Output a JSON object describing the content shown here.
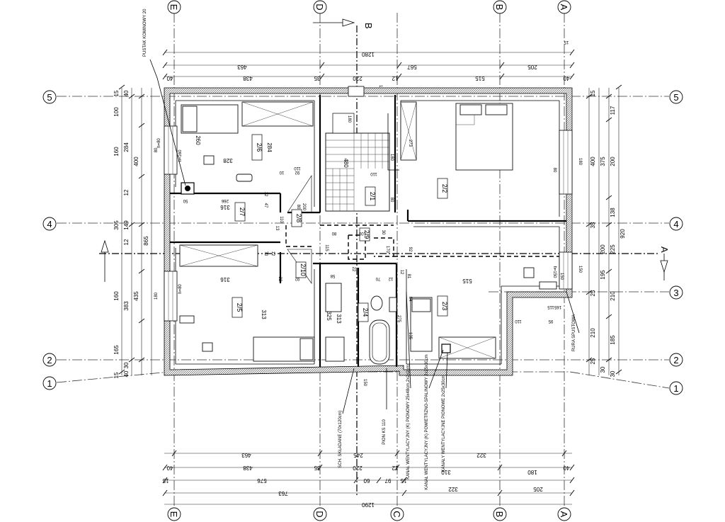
{
  "axes": {
    "columns": [
      "E",
      "D",
      "C",
      "B",
      "A"
    ],
    "rows": [
      "5",
      "4",
      "3",
      "2",
      "1"
    ],
    "section_marks": [
      "B",
      "A"
    ]
  },
  "dims_top": {
    "overall": "1280",
    "row2": [
      "463",
      "567",
      "205",
      "515"
    ],
    "row3": [
      "40",
      "438",
      "35",
      "220",
      "12",
      "40"
    ],
    "small": [
      "70",
      "15",
      "115"
    ]
  },
  "dims_bottom": {
    "row1": [
      "463",
      "245",
      "322"
    ],
    "row2": [
      "40",
      "438",
      "35",
      "220",
      "12",
      "310",
      "180",
      "40"
    ],
    "row3": [
      "15",
      "576",
      "60",
      "97",
      "15",
      "322",
      "205"
    ],
    "row4": [
      "763",
      "1290"
    ]
  },
  "dims_left": {
    "outer": "865",
    "col2": [
      "400",
      "305",
      "435"
    ],
    "col1": [
      "15",
      "100",
      "160",
      "149",
      "12",
      "160",
      "165",
      "15"
    ],
    "col3": [
      "284",
      "12",
      "383",
      "30",
      "40",
      "40"
    ]
  },
  "dims_right": {
    "outer": "920",
    "col1": [
      "117",
      "200",
      "138",
      "225",
      "210",
      "185"
    ],
    "col2": [
      "400",
      "375",
      "200",
      "195",
      "210",
      "30"
    ],
    "col3": [
      "35",
      "25",
      "25",
      "30",
      "15"
    ]
  },
  "rooms": [
    {
      "id": "2/6",
      "area": "284",
      "w": "328",
      "h": "260"
    },
    {
      "id": "2/7",
      "area": "316"
    },
    {
      "id": "2/5",
      "area": "313",
      "w": "316"
    },
    {
      "id": "2/1",
      "area": "480"
    },
    {
      "id": "2/2"
    },
    {
      "id": "2/3",
      "w": "515"
    },
    {
      "id": "2/4",
      "area": "313",
      "h": "325"
    },
    {
      "id": "2/8"
    },
    {
      "id": "2/9"
    },
    {
      "id": "2/10"
    }
  ],
  "inner_dims": [
    "110",
    "92",
    "10",
    "50",
    "266",
    "47",
    "12",
    "200",
    "80",
    "110",
    "13",
    "80",
    "100",
    "30",
    "115",
    "22",
    "92",
    "70",
    "12",
    "22",
    "170",
    "92",
    "12",
    "81",
    "58",
    "70",
    "12",
    "84",
    "135",
    "273",
    "110",
    "180",
    "110",
    "95",
    "115",
    "165",
    "150",
    "275",
    "80",
    "180"
  ],
  "window_labels": [
    "80",
    "h=160",
    "180",
    "h=80",
    "150",
    "h=150",
    "180",
    "80",
    "h=80"
  ],
  "annotations": {
    "chimney": "PUSTAK KOMINOWY 20",
    "rainwater": "RURA SPUSTOWA",
    "hatch": "SCH. SKŁADANE (70x120cm)",
    "pion": "PION KS 110",
    "vent1": "KANAŁ WENTYLACYJNY (K) PIONOWY 25x48cm,2x2x2cm",
    "vent2": "KANAŁ WENTYLACYJNY (K) POWIETRZNO-SPALINOWY 2x25x30cm",
    "vent3": "KANAŁY WENTYLACYJNE PIONOWE 2x25x30cm",
    "bottom_left_dim": "150"
  },
  "colors": {
    "line": "#000000",
    "hatch": "#555555",
    "paper": "#ffffff"
  }
}
